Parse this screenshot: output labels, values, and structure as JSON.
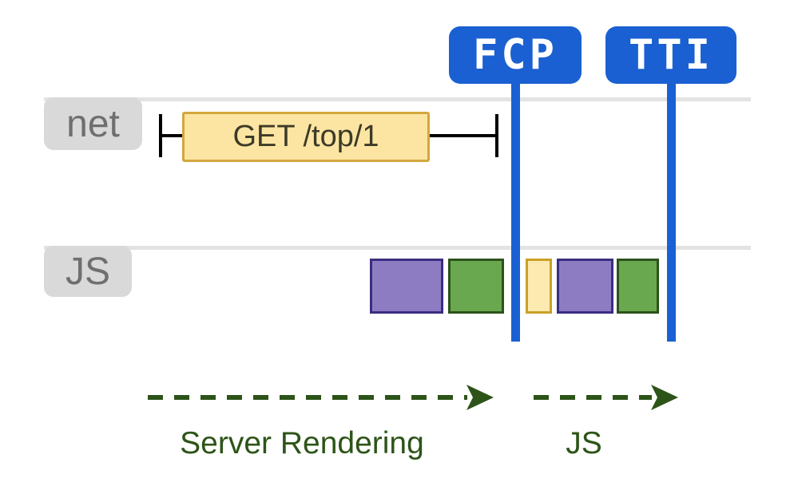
{
  "markers": [
    {
      "label": "FCP"
    },
    {
      "label": "TTI"
    }
  ],
  "tracks": [
    {
      "label": "net",
      "request": {
        "label": "GET /top/1"
      }
    },
    {
      "label": "JS",
      "blocks": [
        {
          "color": "purple"
        },
        {
          "color": "green"
        },
        {
          "color": "yellow"
        },
        {
          "color": "purple"
        },
        {
          "color": "green"
        }
      ]
    }
  ],
  "phases": [
    {
      "label": "Server Rendering"
    },
    {
      "label": "JS"
    }
  ],
  "colors": {
    "marker_blue": "#1a60d2",
    "track_line": "#e3e3e3",
    "tab_bg": "#d9d9d9",
    "tab_text": "#6f6f6f",
    "request_fill": "#fce5a2",
    "request_border": "#d2a73c",
    "request_text": "#3c3a28",
    "whisker": "#000000",
    "task_purple_fill": "#8e7cc3",
    "task_purple_border": "#3b2d80",
    "task_green_fill": "#6aa84f",
    "task_green_border": "#2d521b",
    "task_yellow_fill": "#fdeab0",
    "task_yellow_border": "#c9a125",
    "phase_green": "#2d5418"
  }
}
